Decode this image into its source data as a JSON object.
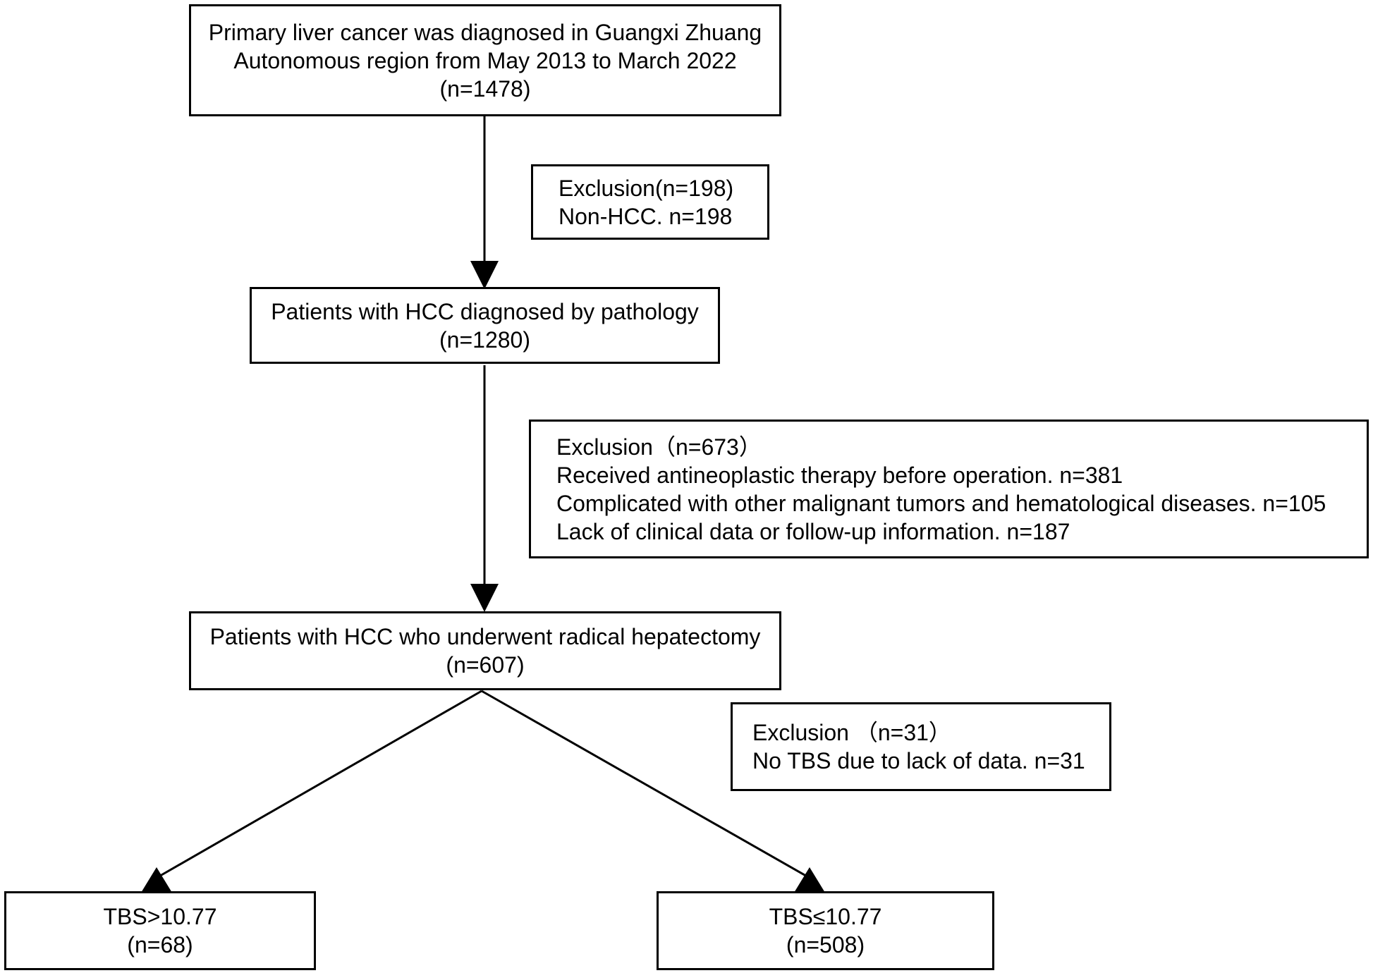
{
  "boxes": {
    "primary": {
      "lines": [
        "Primary liver cancer was diagnosed in Guangxi Zhuang",
        "Autonomous region from May 2013 to March 2022",
        "(n=1478)"
      ]
    },
    "exclusion1": {
      "lines": [
        "Exclusion(n=198)",
        "Non-HCC. n=198"
      ]
    },
    "pathology": {
      "lines": [
        "Patients with HCC diagnosed by pathology",
        "(n=1280)"
      ]
    },
    "exclusion2": {
      "lines": [
        "Exclusion（n=673）",
        "Received antineoplastic therapy before operation. n=381",
        "Complicated with other malignant tumors and hematological diseases. n=105",
        "Lack of clinical data or follow-up information. n=187"
      ]
    },
    "hepatectomy": {
      "lines": [
        "Patients with HCC who underwent radical hepatectomy",
        "(n=607)"
      ]
    },
    "exclusion3": {
      "lines": [
        "Exclusion （n=31）",
        "No TBS due to lack of data. n=31"
      ]
    },
    "tbs_high": {
      "lines": [
        "TBS>10.77",
        "(n=68)"
      ]
    },
    "tbs_low": {
      "lines": [
        "TBS≤10.77",
        "(n=508)"
      ]
    }
  }
}
